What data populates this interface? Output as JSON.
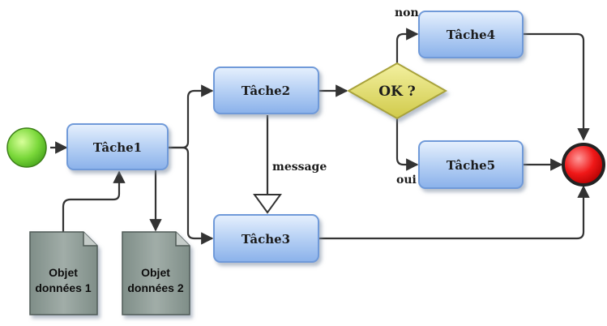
{
  "diagram": {
    "tasks": {
      "t1": "Tâche1",
      "t2": "Tâche2",
      "t3": "Tâche3",
      "t4": "Tâche4",
      "t5": "Tâche5"
    },
    "gateway": "OK ?",
    "labels": {
      "non": "non",
      "oui": "oui",
      "message": "message"
    },
    "data_objects": {
      "obj1": {
        "line1": "Objet",
        "line2": "données 1"
      },
      "obj2": {
        "line1": "Objet",
        "line2": "données 2"
      }
    },
    "colors": {
      "task_fill_top": "#d9e8fb",
      "task_fill_bottom": "#8fb6ec",
      "task_border": "#6f9ad9",
      "gateway_fill": "#e6e27a",
      "start_event": "#7be03a",
      "end_event": "#f01818",
      "data_object": "#8a9a94"
    }
  }
}
